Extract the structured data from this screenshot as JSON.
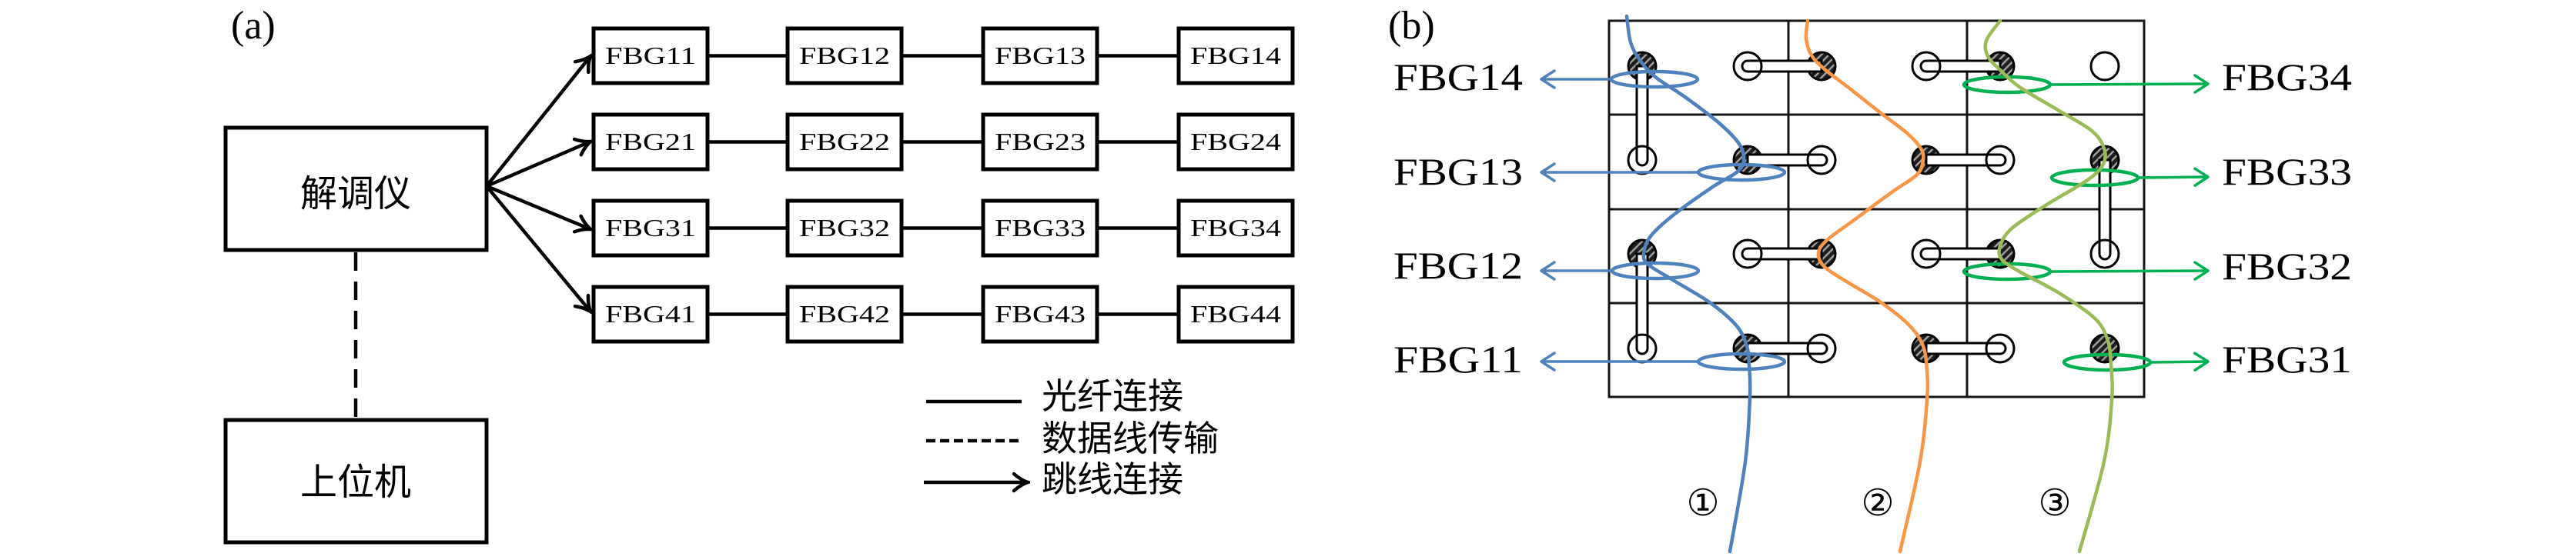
{
  "panel_a": {
    "label": "(a)",
    "demodulator_label": "解调仪",
    "host_computer_label": "上位机",
    "fbg_rows": [
      [
        "FBG11",
        "FBG12",
        "FBG13",
        "FBG14"
      ],
      [
        "FBG21",
        "FBG22",
        "FBG23",
        "FBG24"
      ],
      [
        "FBG31",
        "FBG32",
        "FBG33",
        "FBG34"
      ],
      [
        "FBG41",
        "FBG42",
        "FBG43",
        "FBG44"
      ]
    ],
    "legend": [
      {
        "style": "solid",
        "label": "光纤连接"
      },
      {
        "style": "dashed",
        "label": "数据线传输"
      },
      {
        "style": "arrow",
        "label": "跳线连接"
      }
    ]
  },
  "panel_b": {
    "label": "(b)",
    "left_labels": [
      "FBG14",
      "FBG13",
      "FBG12",
      "FBG11"
    ],
    "right_labels": [
      "FBG34",
      "FBG33",
      "FBG32",
      "FBG31"
    ],
    "fibers": [
      {
        "label": "①",
        "color": "#4F81BD",
        "marker_color": "#4F81BD"
      },
      {
        "label": "②",
        "color": "#F79646"
      },
      {
        "label": "③",
        "color": "#9BBB59",
        "marker_color": "#00B050"
      }
    ],
    "grid_color": "#151515"
  }
}
